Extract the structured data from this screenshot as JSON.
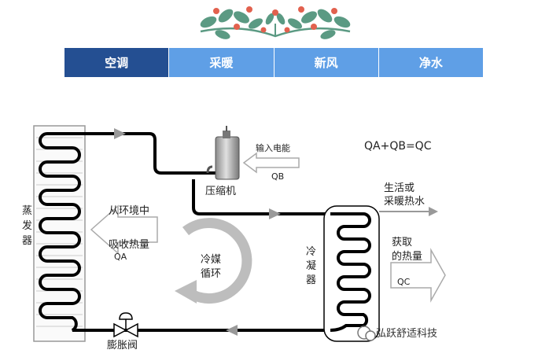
{
  "tabs": [
    {
      "label": "空调",
      "active": true
    },
    {
      "label": "采暖",
      "active": false
    },
    {
      "label": "新风",
      "active": false
    },
    {
      "label": "净水",
      "active": false
    }
  ],
  "diagram": {
    "evaporator": [
      "蒸",
      "发",
      "器"
    ],
    "compressor": "压缩机",
    "input_energy": "输入电能",
    "qb": "QB",
    "equation": "QA+QB=QC",
    "hot_water": [
      "生活或",
      "采暖热水"
    ],
    "from_env": "从环境中",
    "absorb_heat": "吸收热量",
    "qa": "QA",
    "refrigerant_cycle": [
      "冷媒",
      "循环"
    ],
    "condenser": [
      "冷",
      "凝",
      "器"
    ],
    "gain_heat": [
      "获取",
      "的热量"
    ],
    "qc": "QC",
    "expansion_valve": "膨胀阀",
    "watermark": "弘跃舒适科技"
  },
  "colors": {
    "tab_active": "#244f92",
    "tab_idle": "#5f9fe6",
    "leaf": "#5b9a83",
    "berry": "#e2614e"
  }
}
